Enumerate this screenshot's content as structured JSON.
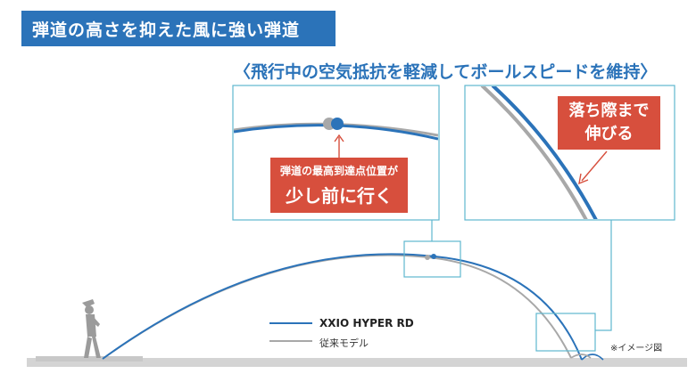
{
  "title": "弾道の高さを抑えた風に強い弾道",
  "subtitle": "〈飛行中の空気抵抗を軽減してボールスピードを維持〉",
  "callout_apex": {
    "line1": "弾道の最高到達点位置が",
    "line2": "少し前に行く"
  },
  "callout_descent": {
    "line1": "落ち際まで",
    "line2": "伸びる"
  },
  "legend": {
    "series1": "XXIO HYPER RD",
    "series2": "従来モデル"
  },
  "note": "※イメージ図",
  "colors": {
    "blue": "#2b73b9",
    "gray": "#a8a8a8",
    "red": "#d74f3d",
    "box": "#5fb7cf"
  }
}
